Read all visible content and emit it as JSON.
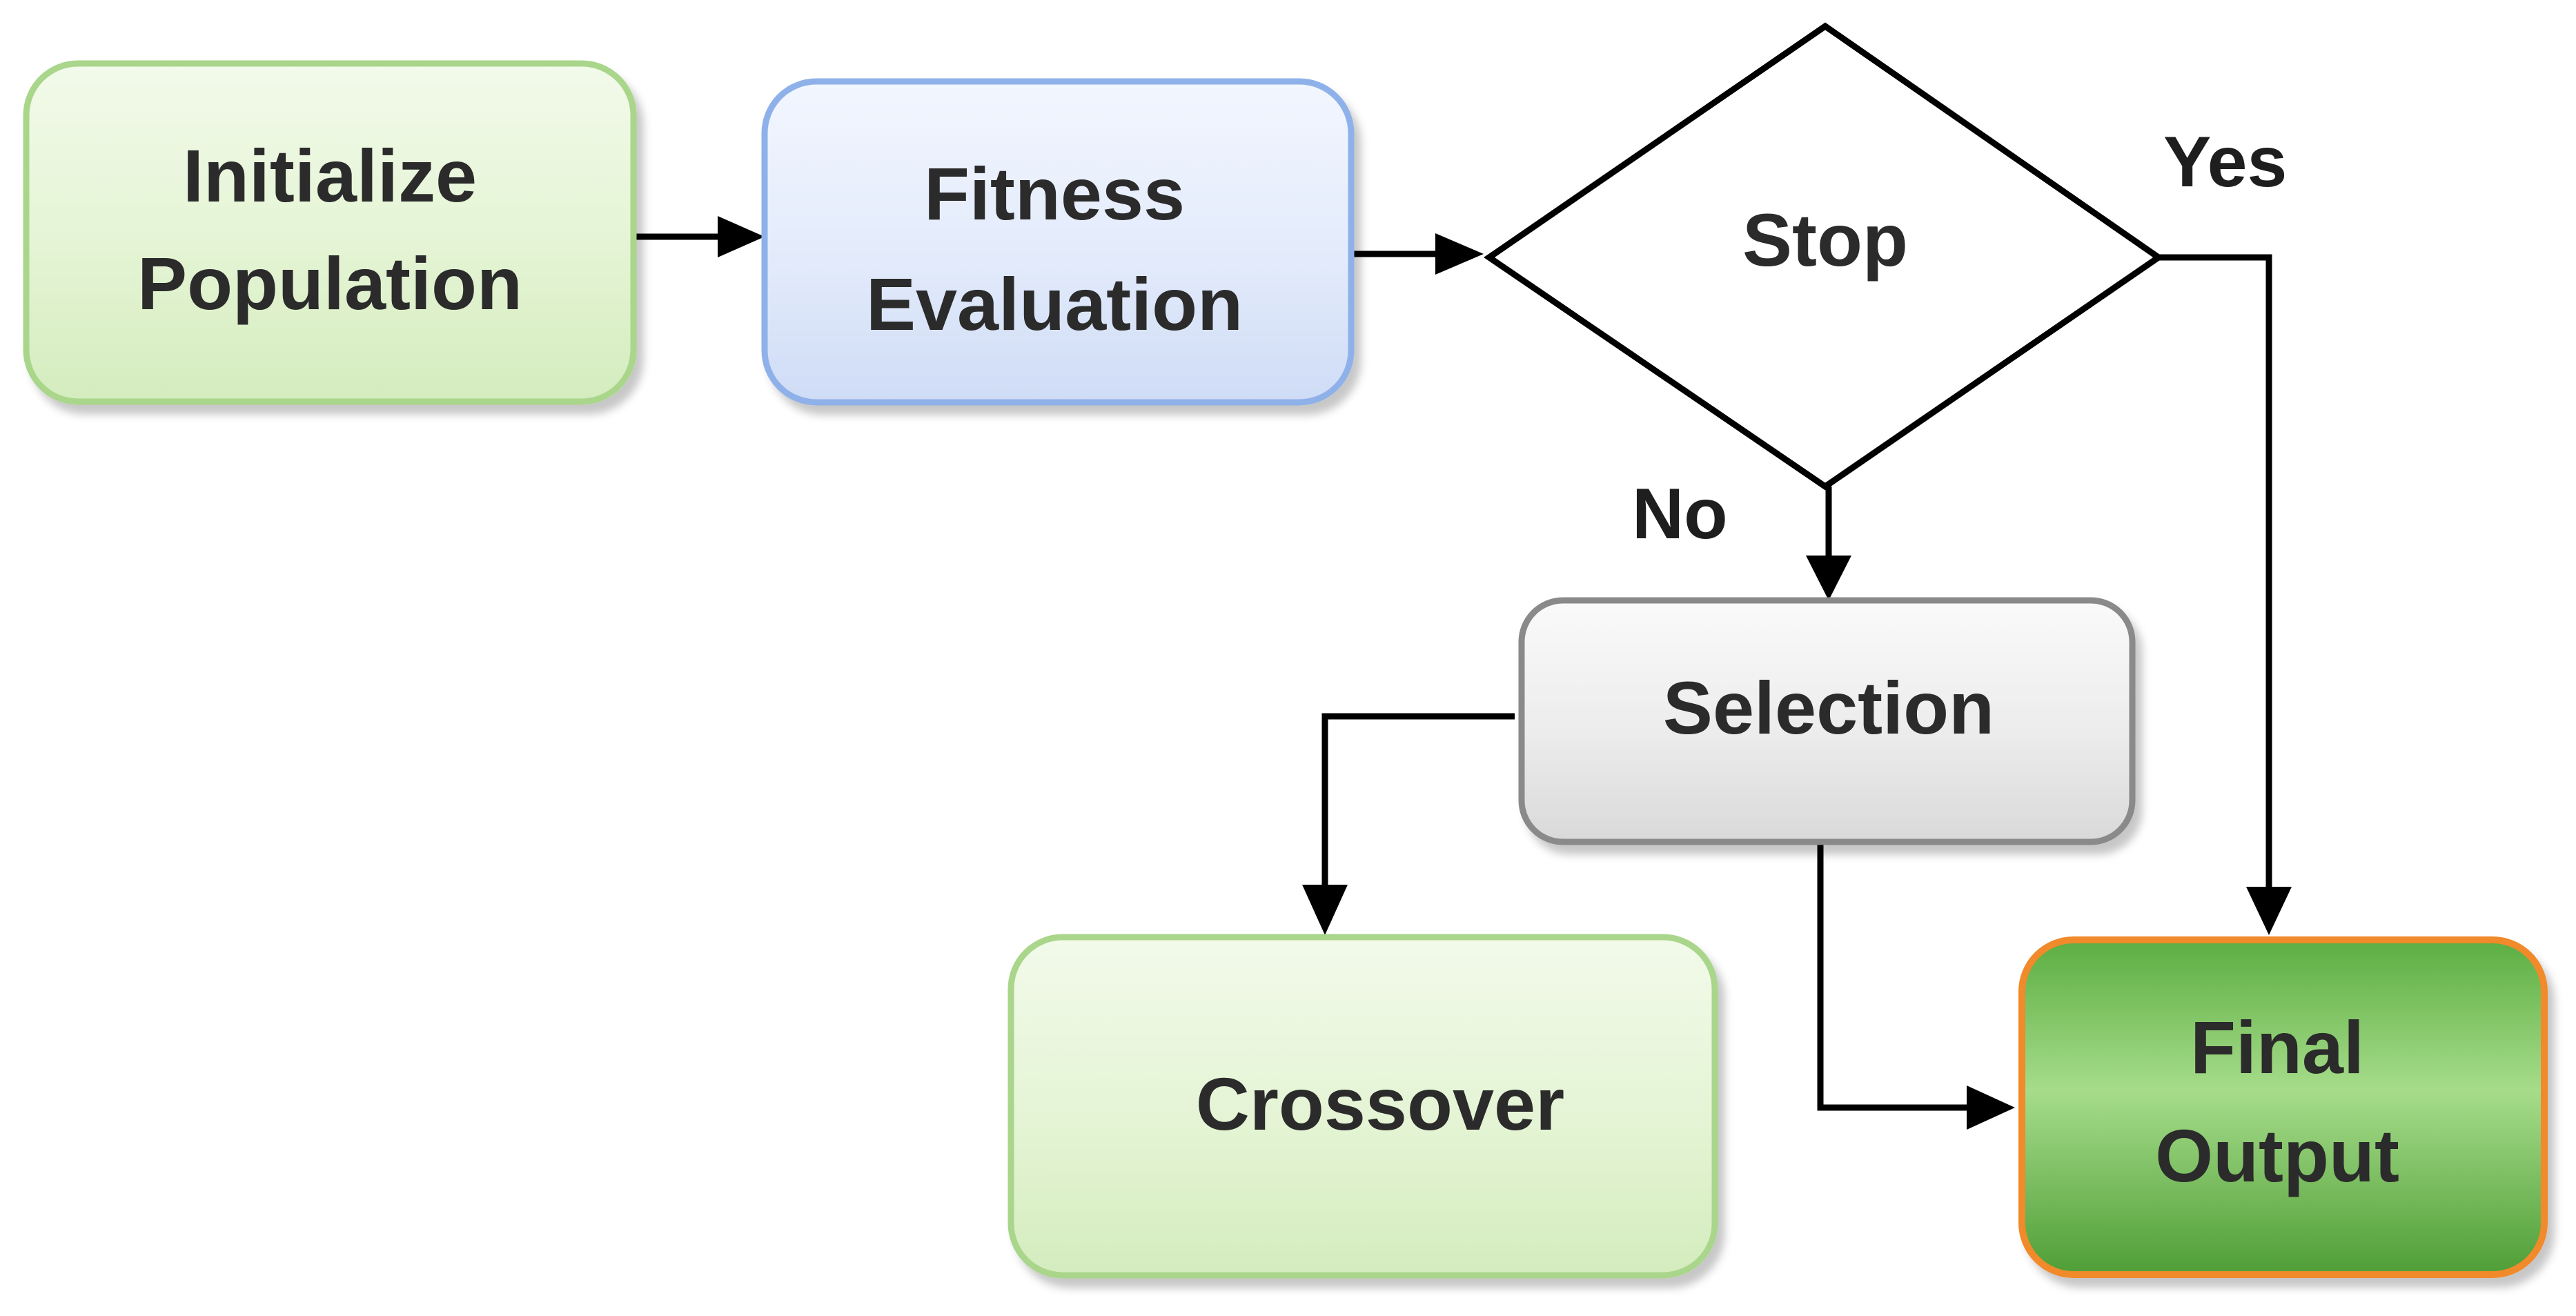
{
  "nodes": {
    "initialize": {
      "line1": "Initialize",
      "line2": "Population"
    },
    "fitness": {
      "line1": "Fitness",
      "line2": "Evaluation"
    },
    "stop": {
      "label": "Stop"
    },
    "selection": {
      "label": "Selection"
    },
    "crossover": {
      "label": "Crossover"
    },
    "final": {
      "line1": "Final",
      "line2": "Output"
    }
  },
  "edge_labels": {
    "yes": "Yes",
    "no": "No"
  },
  "colors": {
    "green_fill": "#e6f5d6",
    "green_border": "#a7d58a",
    "blue_fill": "#e3ecfb",
    "blue_border": "#8fb0e8",
    "gray_fill": "#efefef",
    "gray_border": "#8c8c8c",
    "dark_green_fill": "#6bbd4f",
    "orange_border": "#f08a2c"
  }
}
